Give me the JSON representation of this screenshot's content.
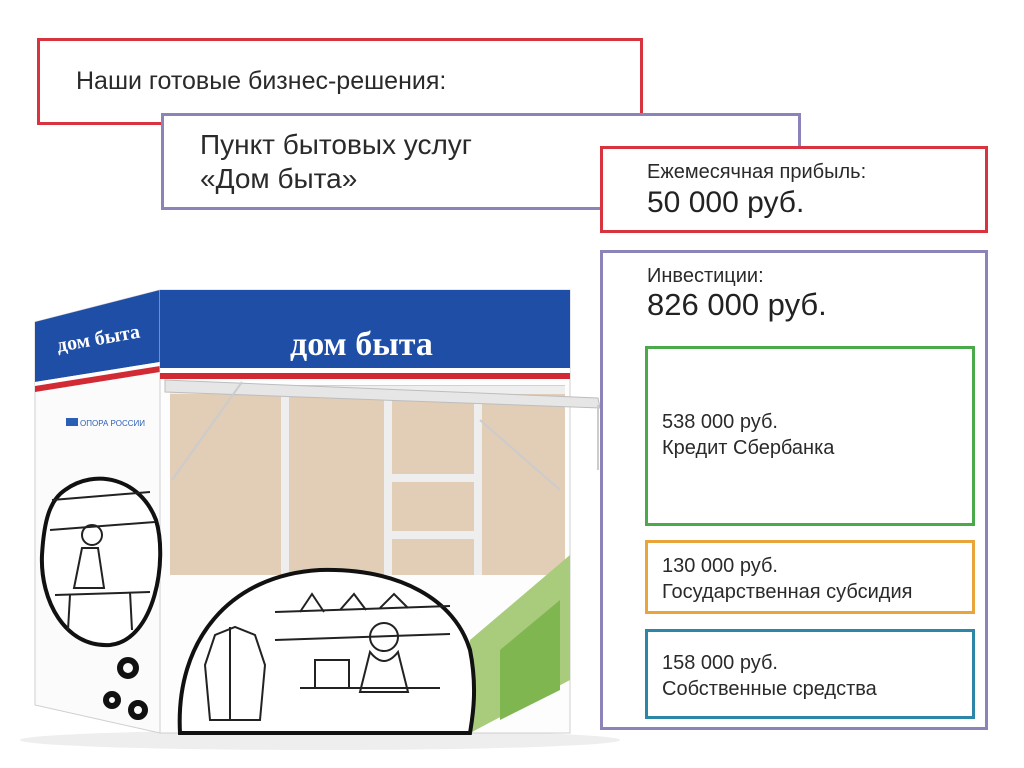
{
  "title": "Наши готовые бизнес-решения:",
  "product": "Пункт бытовых услуг\n«Дом быта»",
  "profit": {
    "label": "Ежемесячная прибыль:",
    "value": "50 000 руб."
  },
  "investment": {
    "label": "Инвестиции:",
    "value": "826 000 руб.",
    "items": [
      {
        "amount": "538 000 руб.",
        "source": "Кредит Сбербанка",
        "color": "#4aaa4a"
      },
      {
        "amount": "130 000 руб.",
        "source": "Государственная субсидия",
        "color": "#e9a43a"
      },
      {
        "amount": "158 000 руб.",
        "source": "Собственные средства",
        "color": "#2c86a8"
      }
    ]
  },
  "kiosk": {
    "sign_side": "дом быта",
    "sign_front": "дом быта",
    "brand": "ОПОРА РОССИИ"
  }
}
